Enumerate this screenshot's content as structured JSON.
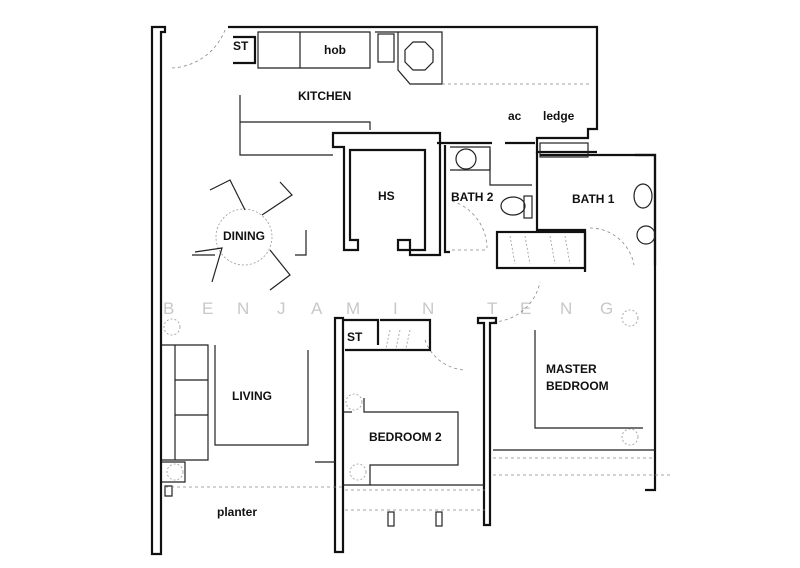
{
  "plan": {
    "rooms": {
      "kitchen_store": "ST",
      "hob": "hob",
      "kitchen": "KITCHEN",
      "ac": "ac",
      "ledge": "ledge",
      "hs": "HS",
      "bath2": "BATH 2",
      "bath1": "BATH 1",
      "dining": "DINING",
      "living": "LIVING",
      "master_line1": "MASTER",
      "master_line2": "BEDROOM",
      "bedroom2_store": "ST",
      "bedroom2": "BEDROOM 2",
      "planter": "planter"
    },
    "watermark": [
      "B",
      "E",
      "N",
      "J",
      "A",
      "M",
      "I",
      "N",
      "T",
      "E",
      "N",
      "G"
    ]
  }
}
